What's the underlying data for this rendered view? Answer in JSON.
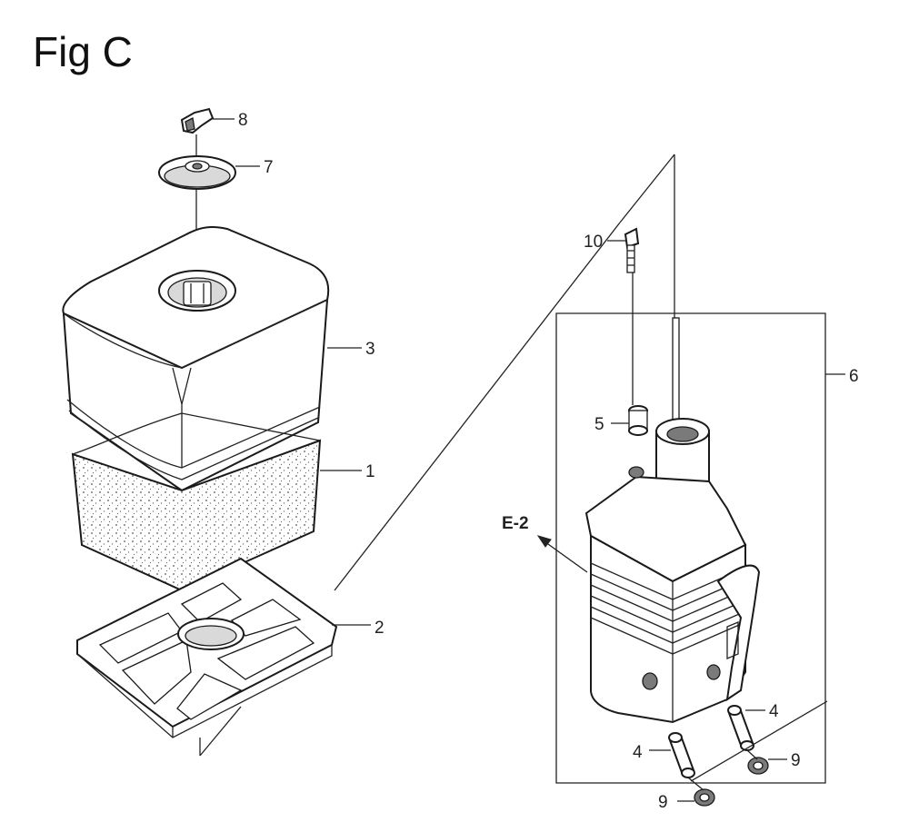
{
  "figure": {
    "title": "Fig C"
  },
  "callouts": {
    "c1": "1",
    "c2": "2",
    "c3": "3",
    "c4a": "4",
    "c4b": "4",
    "c5": "5",
    "c6": "6",
    "c7": "7",
    "c8": "8",
    "c9a": "9",
    "c9b": "9",
    "c10": "10",
    "e2": "E-2"
  }
}
